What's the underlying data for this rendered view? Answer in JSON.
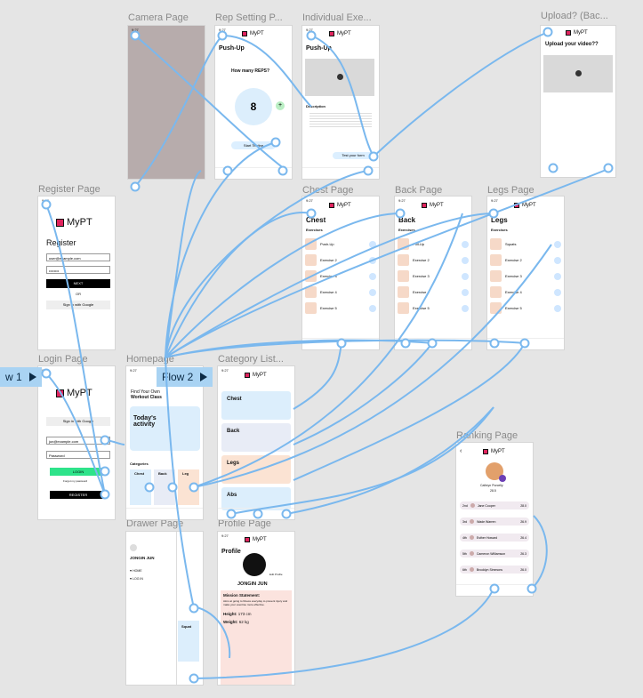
{
  "frames": {
    "camera": "Camera Page",
    "rep": "Rep Setting P...",
    "individual": "Individual Exe...",
    "upload": "Upload? (Bac...",
    "register": "Register Page",
    "chest": "Chest Page",
    "back": "Back Page",
    "legs": "Legs Page",
    "login": "Login Page",
    "home": "Homepage",
    "category": "Category List...",
    "ranking": "Ranking Page",
    "drawer": "Drawer Page",
    "profile": "Profile Page"
  },
  "flows": {
    "flow1": "w 1",
    "flow2": "Flow 2"
  },
  "common": {
    "brand": "MyPT",
    "status_time": "9:27"
  },
  "rep": {
    "title": "Push-Up",
    "question": "How many REPS?",
    "count": "8",
    "start": "Start Testing"
  },
  "individual": {
    "title": "Push-Up",
    "desc_title": "Description",
    "test": "Test your form"
  },
  "upload": {
    "title": "Upload your video??"
  },
  "register": {
    "brand": "MyPT",
    "title": "Register",
    "email": "user@example.com",
    "password": "••••••••",
    "next": "NEXT",
    "or": "OR",
    "google": "Sign in with Google"
  },
  "chest": {
    "title": "Chest",
    "section": "Exercises",
    "items": [
      "Push-Up",
      "Exercise 2",
      "Exercise 3",
      "Exercise 4",
      "Exercise 5"
    ]
  },
  "back": {
    "title": "Back",
    "section": "Exercises",
    "items": [
      "Pull-Up",
      "Exercise 2",
      "Exercise 3",
      "Exercise 4",
      "Exercise 5"
    ]
  },
  "legs": {
    "title": "Legs",
    "section": "Exercises",
    "items": [
      "Squats",
      "Exercise 2",
      "Exercise 3",
      "Exercise 4",
      "Exercise 5"
    ]
  },
  "login": {
    "brand": "MyPT",
    "google": "Sign in with Google",
    "email": "jun@example.com",
    "password": "Password",
    "login": "LOGIN",
    "forgot": "Forgot my password",
    "register": "REGISTER"
  },
  "home": {
    "find": "Find Your Own",
    "workout": "Workout Class",
    "activity": "Today's activity",
    "categories": "Categories",
    "cats": [
      "Chest",
      "Back",
      "Leg"
    ]
  },
  "category": {
    "items": [
      "Chest",
      "Back",
      "Legs",
      "Abs"
    ]
  },
  "ranking": {
    "name": "Cathryn Purcelly",
    "score": "28.5",
    "entries": [
      {
        "rank": "2nd",
        "name": "Jane Cooper",
        "score": "28.0"
      },
      {
        "rank": "3rd",
        "name": "Wade Warren",
        "score": "26.9"
      },
      {
        "rank": "4th",
        "name": "Esther Howard",
        "score": "26.4"
      },
      {
        "rank": "5th",
        "name": "Cameron Williamson",
        "score": "26.3"
      },
      {
        "rank": "6th",
        "name": "Brooklyn Simmons",
        "score": "26.0"
      }
    ]
  },
  "drawer": {
    "name": "JONGIN JUN",
    "items": [
      "HOME",
      "LOG IN"
    ],
    "card": "Squat"
  },
  "profile": {
    "title": "Profile",
    "edit": "Edit Profile",
    "name": "JONGIN JUN",
    "mission_title": "Mission Statement:",
    "mission": "Aims at going to fitness everyday to prevent injury and make your exercise more effective.",
    "height_label": "Height:",
    "height": "173 cm",
    "weight_label": "Weight:",
    "weight": "62 kg"
  },
  "colors": {
    "connector": "#7ab8ee",
    "flow_tag": "#a9d3f3",
    "accent": "#e0245e"
  }
}
